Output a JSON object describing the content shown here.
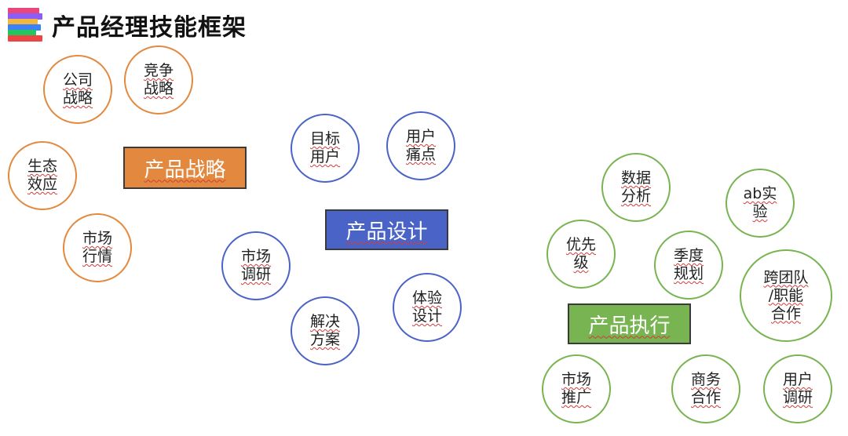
{
  "title": "产品经理技能框架",
  "colors": {
    "strategy": "#e2893f",
    "design": "#4a63c6",
    "execution": "#78b452",
    "logo_bars": [
      "#e8467c",
      "#8b5cf6",
      "#f4b63c",
      "#3b82f6",
      "#22c55e",
      "#ef4444"
    ]
  },
  "groups": {
    "strategy": {
      "label": "产品战略",
      "items": [
        "公司\n战略",
        "竞争\n战略",
        "生态\n效应",
        "市场\n行情"
      ]
    },
    "design": {
      "label": "产品设计",
      "items": [
        "目标\n用户",
        "用户\n痛点",
        "市场\n调研",
        "体验\n设计",
        "解决\n方案"
      ]
    },
    "execution": {
      "label": "产品执行",
      "items": [
        "数据\n分析",
        "ab实\n验",
        "优先\n级",
        "季度\n规划",
        "跨团队\n/职能\n合作",
        "市场\n推广",
        "商务\n合作",
        "用户\n调研"
      ]
    }
  }
}
